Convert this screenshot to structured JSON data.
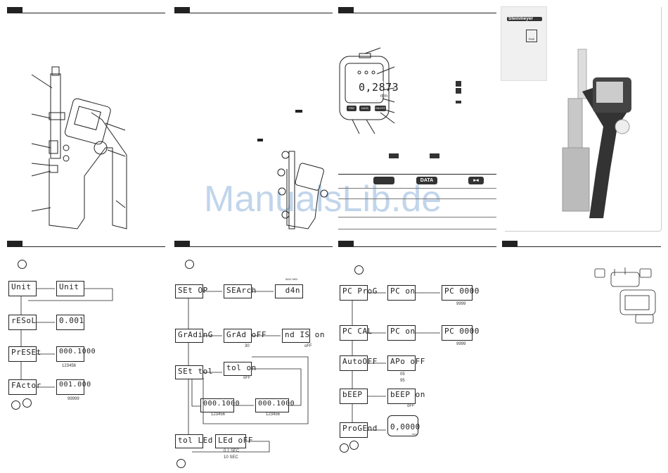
{
  "watermark": "ManualsLib.de",
  "brand": {
    "name": "Steinmeyer",
    "badge": "FMS"
  },
  "display_front": {
    "reading": "0,2873",
    "unit": "mm",
    "keys": [
      "PRE",
      "DATA",
      "ON/OFF"
    ]
  },
  "key_table": {
    "headers": [
      "",
      "DATA",
      "▸◂"
    ]
  },
  "panel_units": {
    "rows": [
      {
        "main": "Unit",
        "sub": "Unit"
      },
      {
        "main": "rESoL",
        "sub": "0.001"
      },
      {
        "main": "PrESEt",
        "sub": "000.1000",
        "note": "123456"
      },
      {
        "main": "FActor",
        "sub": "001.000",
        "note": "99999"
      }
    ]
  },
  "panel_setup": {
    "rows": [
      {
        "main": "SEt OP",
        "mid": "SEArch",
        "end": "d4n",
        "note": "MAX MIN"
      },
      {
        "main": "GrAdinG",
        "mid": "GrAd oFF",
        "end": "nd IS on",
        "note1": "30",
        "note2": "oFF"
      },
      {
        "main": "SEt tol",
        "mid": "tol on",
        "end": "oFF"
      },
      {
        "main": "",
        "mid": "000.1000",
        "end": "000.1000",
        "note1": "123456",
        "note2": "123456"
      },
      {
        "main": "tol LEd",
        "mid": "LEd oFF",
        "note1": "0.1 SEC",
        "note2": "10 SEC"
      }
    ]
  },
  "panel_comm": {
    "rows": [
      {
        "main": "PC ProG",
        "mid": "PC on",
        "end": "PC 0000",
        "note": "9999"
      },
      {
        "main": "PC CAL",
        "mid": "PC on",
        "end": "PC 0000",
        "note": "9999"
      },
      {
        "main": "AutoOFF",
        "mid": "APo oFF",
        "note1": "05",
        "note2": "95"
      },
      {
        "main": "bEEP",
        "mid": "bEEP on",
        "note": "oFF"
      },
      {
        "main": "ProGEnd",
        "mid": "0,0000",
        "unit": "mm"
      }
    ]
  }
}
